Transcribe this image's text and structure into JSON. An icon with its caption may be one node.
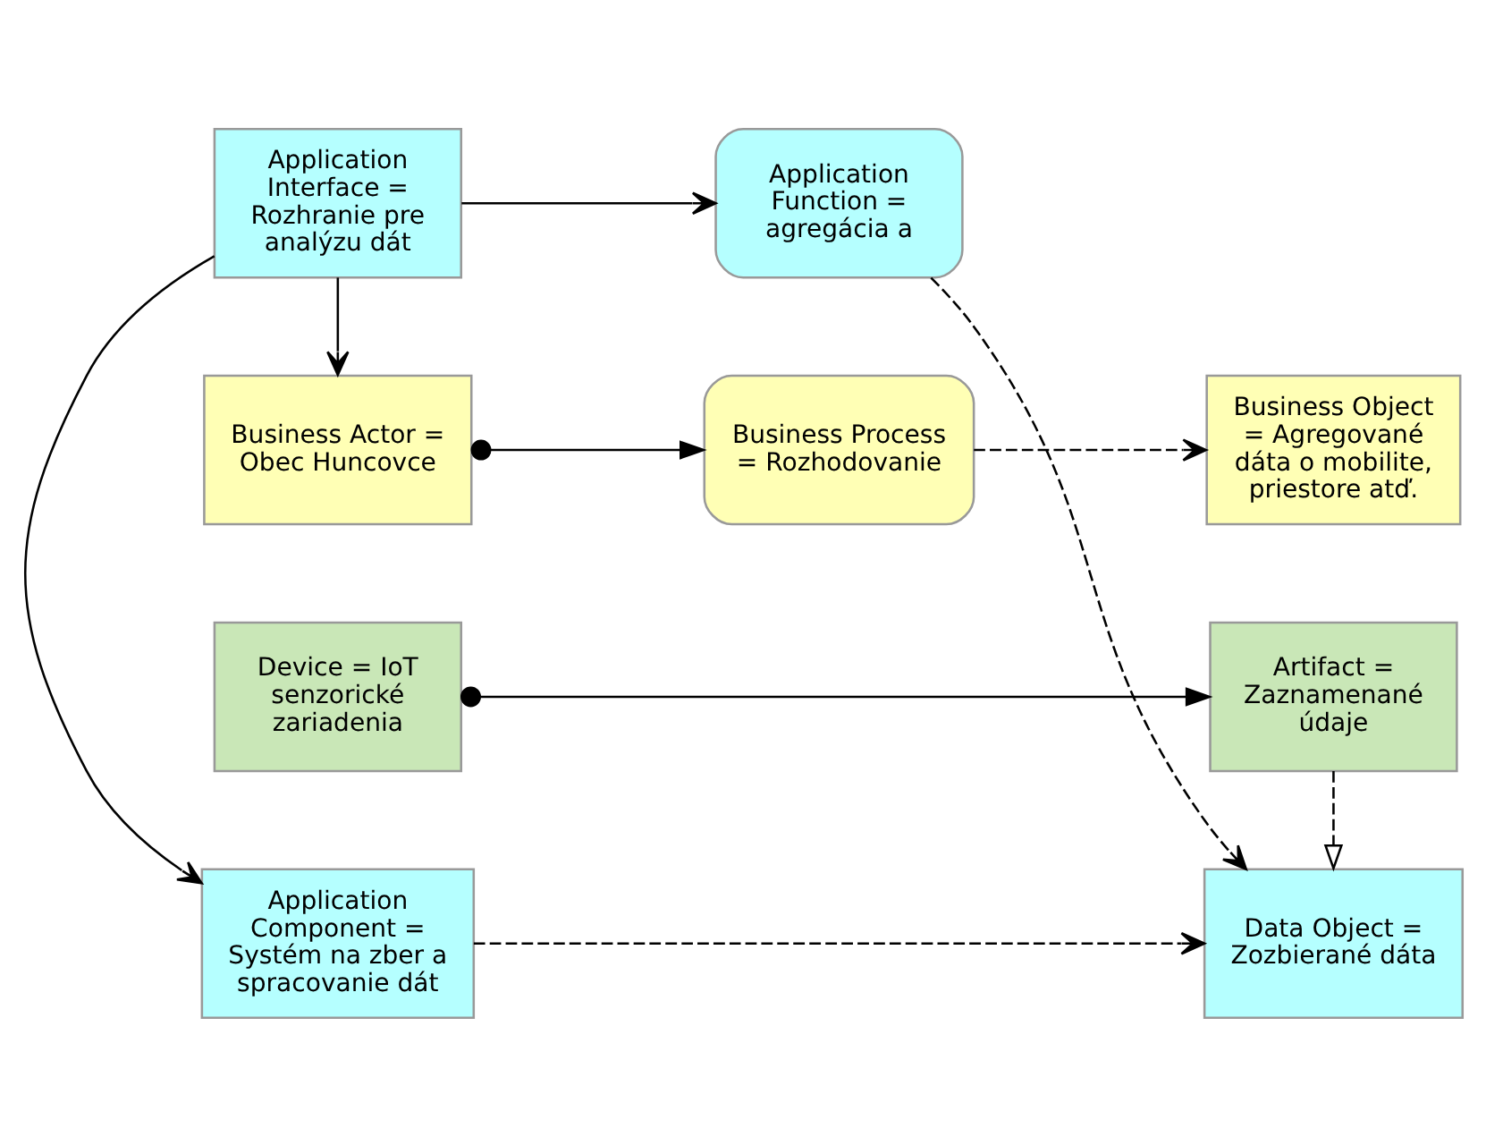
{
  "diagram": {
    "nodes": [
      {
        "text": [
          "Business Actor = Obec Huncovce"
        ]
      },
      {
        "text": [
          "Business Process = Rozhodovanie"
        ]
      },
      {
        "text": [
          "Business Object = Agregované dáta o mobilite, priestore atď."
        ]
      },
      {
        "text": [
          "Application Interface = Rozhranie pre analýzu dát"
        ]
      },
      {
        "text": [
          "Application Function = agregácia a"
        ]
      },
      {
        "text": [
          "Application Component = Systém na zber a spracovanie dát"
        ]
      },
      {
        "text": [
          "Data Object = Zozbierané dáta"
        ]
      },
      {
        "text": [
          "Device = IoT senzorické zariadenia"
        ]
      },
      {
        "text": [
          "Artifact = Zaznamenané údaje"
        ]
      }
    ],
    "edges": [
      {
        "from": 0,
        "to": 1,
        "arrow": "to"
      },
      {
        "from": 1,
        "to": 2,
        "arrow": "to",
        "style": "dashed"
      },
      {
        "from": 3,
        "to": 0,
        "arrow": "to"
      },
      {
        "from": 3,
        "to": 4,
        "arrow": "to"
      },
      {
        "from": 3,
        "to": 5,
        "arrow": "to"
      },
      {
        "from": 5,
        "to": 6,
        "arrow": "to",
        "style": "dashed"
      },
      {
        "from": 4,
        "to": 6,
        "arrow": "to",
        "style": "dashed"
      },
      {
        "from": 8,
        "to": 6,
        "arrow": "to",
        "style": "dashed"
      },
      {
        "from": 7,
        "to": 8,
        "arrow": "to"
      }
    ]
  }
}
